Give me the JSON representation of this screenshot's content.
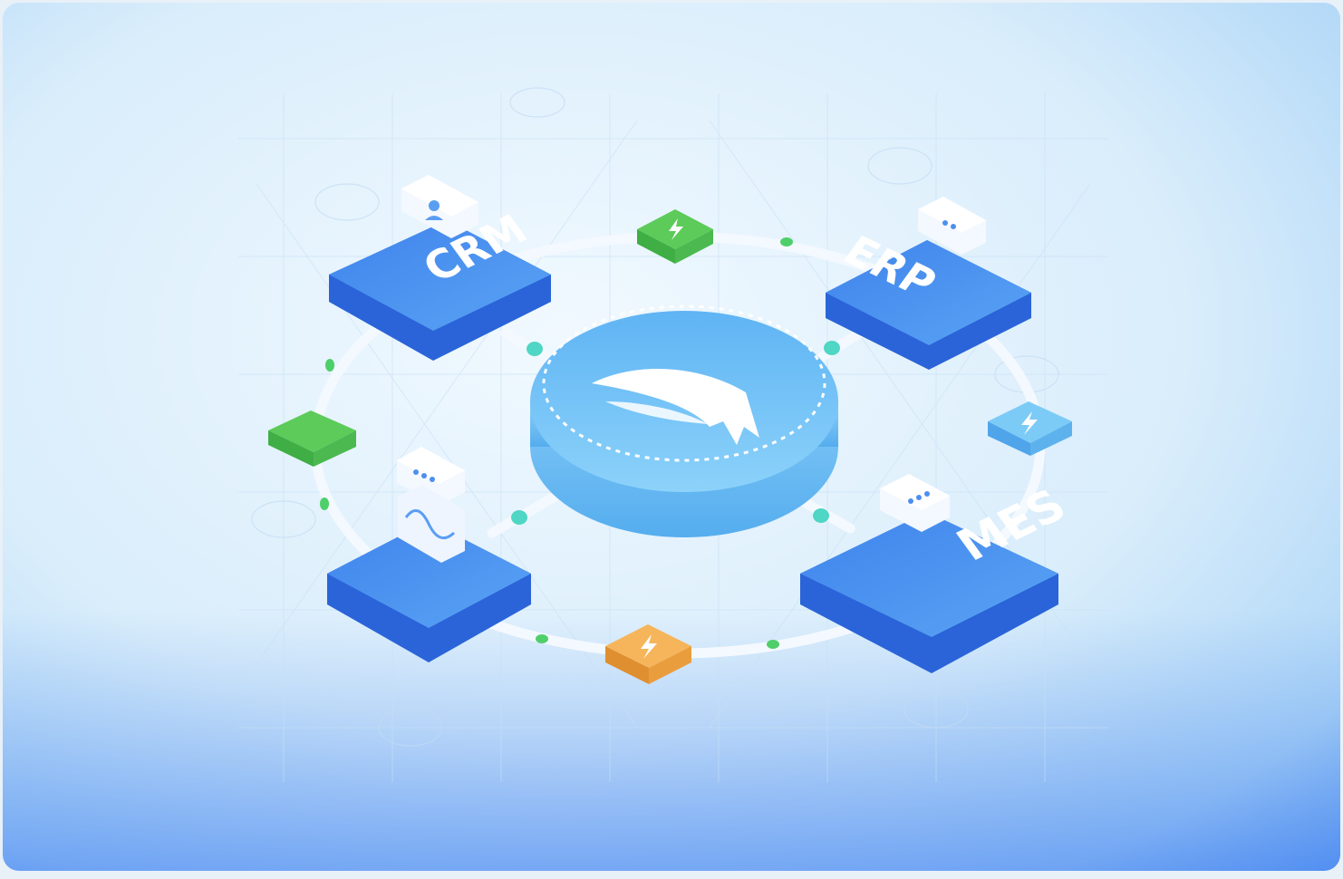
{
  "diagram": {
    "nodes": [
      {
        "id": "crm",
        "label": "CRM",
        "badge_icon": "user-icon"
      },
      {
        "id": "erp",
        "label": "ERP",
        "badge_icon": "chat-dots-icon"
      },
      {
        "id": "mes",
        "label": "MES",
        "badge_icon": "chat-dots-icon"
      },
      {
        "id": "unlabeled",
        "label": "",
        "badge_icon": "chat-dots-icon"
      }
    ],
    "hub_icon": "wing-logo-icon",
    "connector_icon": "lightning-icon",
    "colors": {
      "module_top": "#4c95f1",
      "module_side": "#2a64d8",
      "hub_top": "#74c6f8",
      "hub_side": "#4aa8ec",
      "connector_green": "#5ccb5a",
      "connector_orange": "#f2a94b",
      "connector_blue": "#6cc0f5",
      "ring": "#f4f9ff",
      "dot_teal": "#4fd6c4",
      "dot_green": "#4fcf6a"
    }
  }
}
